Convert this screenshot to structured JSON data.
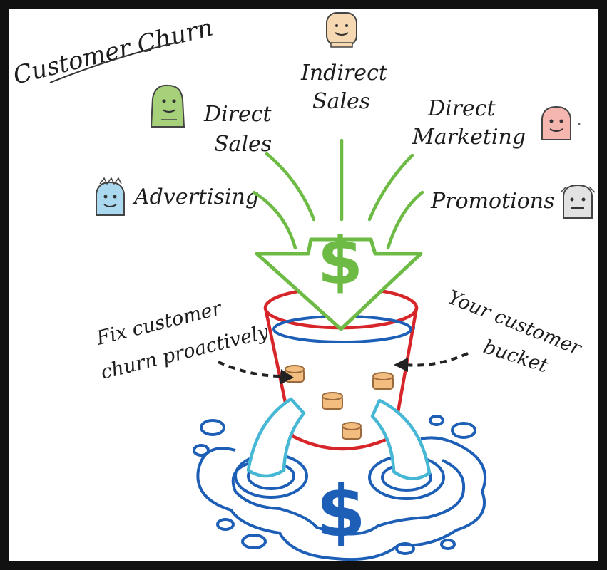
{
  "title": "Customer Churn",
  "channels": [
    {
      "id": "indirect",
      "lines": [
        "Indirect",
        "Sales"
      ]
    },
    {
      "id": "direct-sales",
      "lines": [
        "Direct",
        "Sales"
      ]
    },
    {
      "id": "direct-marketing",
      "lines": [
        "Direct",
        "Marketing"
      ]
    },
    {
      "id": "advertising",
      "lines": [
        "Advertising"
      ]
    },
    {
      "id": "promotions",
      "lines": [
        "Promotions"
      ]
    }
  ],
  "annotations": {
    "fix": [
      "Fix customer",
      "churn proactively"
    ],
    "bucket": [
      "Your customer",
      "bucket"
    ]
  },
  "symbols": {
    "top_dollar": "$",
    "bottom_dollar": "$"
  },
  "colors": {
    "frame": "#111111",
    "canvas": "#ffffff",
    "inflow_green": "#6dbb45",
    "bucket_red": "#d7262a",
    "water_blue": "#1d5fb6",
    "leak_cyan": "#46b7d4",
    "coin": "#f2bd7e"
  }
}
